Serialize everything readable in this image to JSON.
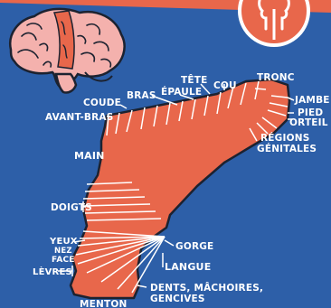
{
  "labels": {
    "tete": "TÊTE",
    "cou": "COU",
    "tronc": "TRONC",
    "bras": "BRAS",
    "epaule": "ÉPAULE",
    "coude": "COUDE",
    "avant_bras": "AVANT-BRAS",
    "jambe": "JAMBE",
    "pied": "PIED",
    "orteil": "ORTEIL",
    "regions_line1": "RÉGIONS",
    "regions_line2": "GÉNITALES",
    "main": "MAIN",
    "doigts": "DOIGTS",
    "yeux": "YEUX",
    "nez": "NEZ",
    "face": "FACE",
    "levres": "LÈVRES",
    "menton": "MENTON",
    "gorge": "GORGE",
    "langue": "LANGUE",
    "dents_line1": "DENTS, MÂCHOIRES,",
    "dents_line2": "GENCIVES"
  },
  "colors": {
    "background": "#2d5fa8",
    "homunculus": "#e8674b",
    "brain": "#f4b1ad",
    "brain_strip": "#e8674b",
    "outline": "#1c2230",
    "white": "#ffffff"
  },
  "icons": {
    "brain": "brain-icon",
    "badge": "head-profile-icon"
  }
}
